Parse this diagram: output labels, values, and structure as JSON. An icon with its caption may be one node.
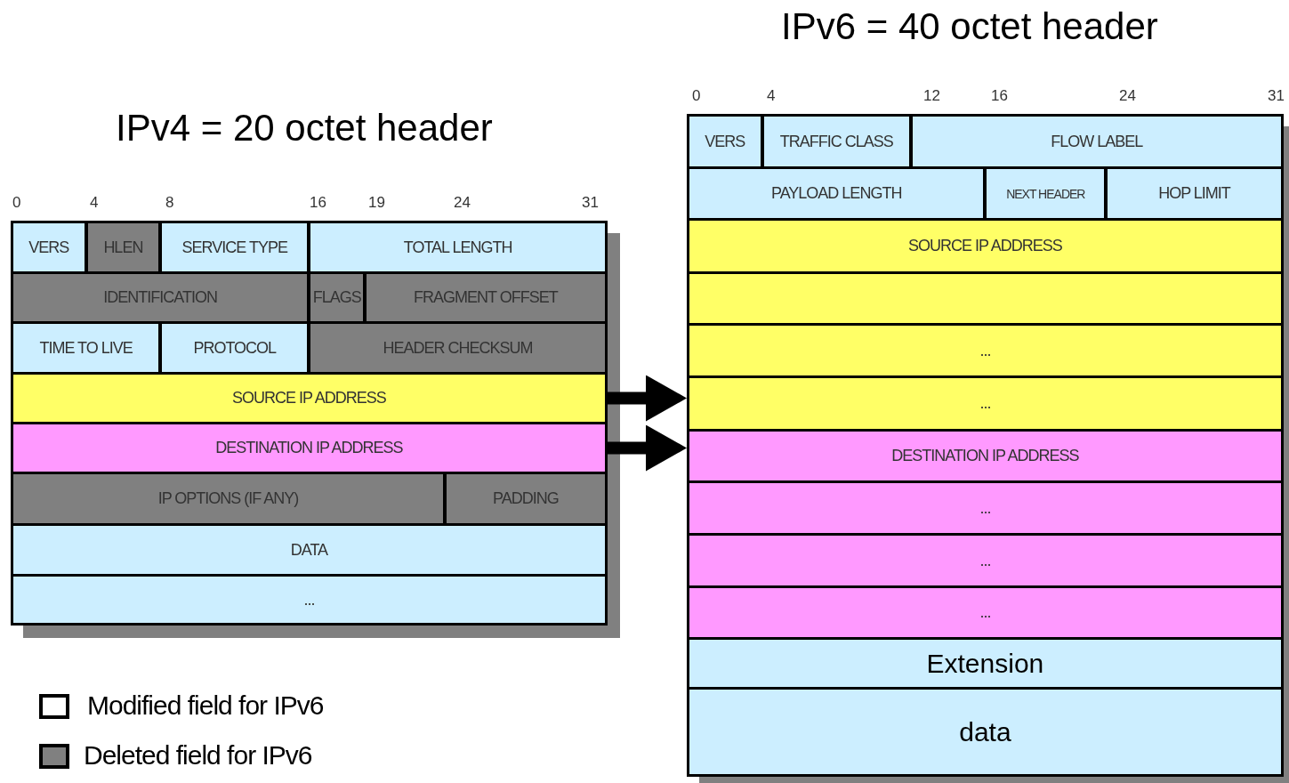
{
  "diagram": {
    "nodes": [
      {
        "text": [
          "IPv4 = 20 octet header"
        ]
      },
      {
        "text": [
          "VERS"
        ],
        "in": 0
      },
      {
        "text": [
          "HLEN"
        ],
        "in": 0
      },
      {
        "text": [
          "SERVICE TYPE"
        ],
        "in": 0
      },
      {
        "text": [
          "TOTAL LENGTH"
        ],
        "in": 0
      },
      {
        "text": [
          "IDENTIFICATION"
        ],
        "in": 0
      },
      {
        "text": [
          "FLAGS"
        ],
        "in": 0
      },
      {
        "text": [
          "FRAGMENT OFFSET"
        ],
        "in": 0
      },
      {
        "text": [
          "TIME TO LIVE"
        ],
        "in": 0
      },
      {
        "text": [
          "PROTOCOL"
        ],
        "in": 0
      },
      {
        "text": [
          "HEADER CHECKSUM"
        ],
        "in": 0
      },
      {
        "text": [
          "SOURCE IP ADDRESS"
        ],
        "in": 0
      },
      {
        "text": [
          "DESTINATION IP ADDRESS"
        ],
        "in": 0
      },
      {
        "text": [
          "IP OPTIONS (IF ANY)"
        ],
        "in": 0
      },
      {
        "text": [
          "PADDING"
        ],
        "in": 0
      },
      {
        "text": [
          "DATA"
        ],
        "in": 0
      },
      {
        "text": [
          "..."
        ],
        "in": 0
      },
      {
        "text": [
          "IPv6 = 40 octet header"
        ]
      },
      {
        "text": [
          "VERS"
        ],
        "in": 17
      },
      {
        "text": [
          "TRAFFIC CLASS"
        ],
        "in": 17
      },
      {
        "text": [
          "FLOW LABEL"
        ],
        "in": 17
      },
      {
        "text": [
          "PAYLOAD LENGTH"
        ],
        "in": 17
      },
      {
        "text": [
          "NEXT HEADER"
        ],
        "in": 17
      },
      {
        "text": [
          "HOP LIMIT"
        ],
        "in": 17
      },
      {
        "text": [
          "SOURCE IP ADDRESS"
        ],
        "in": 17
      },
      {
        "text": [],
        "shape": "box",
        "in": 17
      },
      {
        "text": [
          "..."
        ],
        "in": 17
      },
      {
        "text": [
          "..."
        ],
        "in": 17
      },
      {
        "text": [
          "DESTINATION IP ADDRESS"
        ],
        "in": 17
      },
      {
        "text": [
          "..."
        ],
        "in": 17
      },
      {
        "text": [
          "..."
        ],
        "in": 17
      },
      {
        "text": [
          "..."
        ],
        "in": 17
      },
      {
        "text": [
          "Extension"
        ],
        "in": 17
      },
      {
        "text": [
          "data"
        ],
        "in": 17
      }
    ],
    "edges": [
      {
        "from": 11,
        "to": 27,
        "arrow": "to"
      },
      {
        "from": 12,
        "to": 28,
        "arrow": "to"
      }
    ],
    "labels": [
      "0",
      "4",
      "8",
      "16",
      "19",
      "24",
      "31",
      "0",
      "4",
      "12",
      "16",
      "24",
      "31"
    ],
    "legend": [
      {
        "text": "Modified field for IPv6",
        "color": "#ffffff"
      },
      {
        "text": "Deleted field for IPv6",
        "color": "#808080"
      }
    ]
  }
}
